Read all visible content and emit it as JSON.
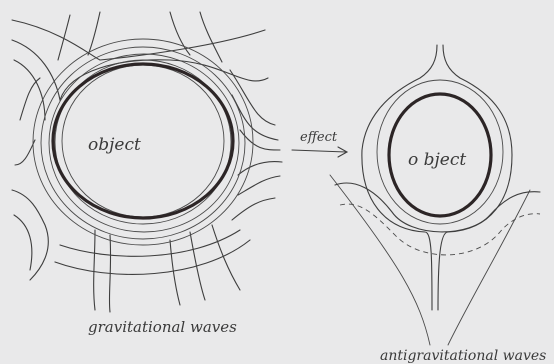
{
  "labels": {
    "left_object": "object",
    "right_object": "o bject",
    "effect": "effect",
    "left_caption": "gravitational waves",
    "right_caption": "antigravitational waves"
  }
}
